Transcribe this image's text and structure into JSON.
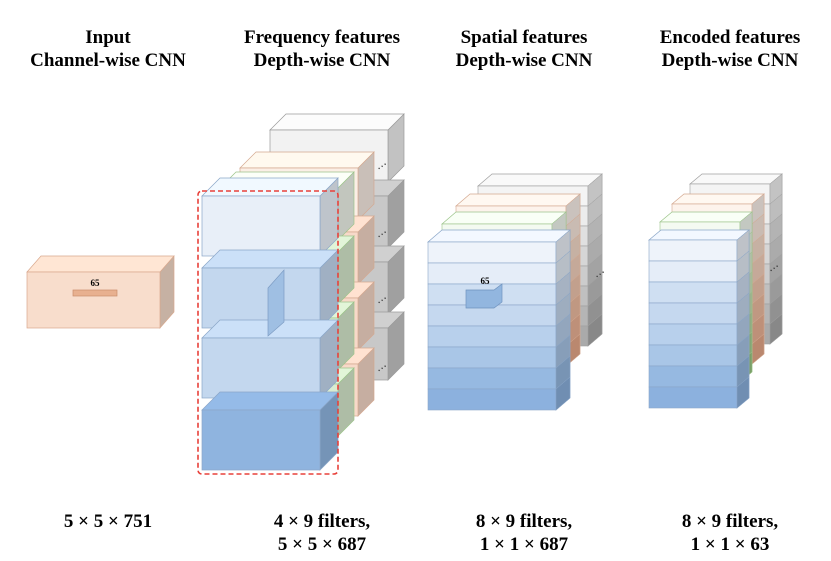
{
  "columns": [
    {
      "title": "Input",
      "subtitle": "Channel-wise CNN",
      "spec_line1": "5 × 5 × 751",
      "spec_line2": ""
    },
    {
      "title": "Frequency features",
      "subtitle": "Depth-wise CNN",
      "spec_line1": "4 × 9 filters,",
      "spec_line2": "5 × 5 × 687"
    },
    {
      "title": "Spatial features",
      "subtitle": "Depth-wise CNN",
      "spec_line1": "8 × 9 filters,",
      "spec_line2": "1 × 1 × 687"
    },
    {
      "title": "Encoded features",
      "subtitle": "Depth-wise CNN",
      "spec_line1": "8 × 9 filters,",
      "spec_line2": "1 × 1 × 63"
    }
  ],
  "input_block_label": "65",
  "spatial_block_label": "65",
  "ellipsis_label": "…",
  "colors": {
    "input_fill": "#f8ddcc",
    "stack_white": "#f2f2f2",
    "stack_peach": "#f7d9c9",
    "stack_green": "#d9ecd0",
    "stack_gray": "#c8c8c8",
    "blue_light": "#e8eff8",
    "blue_mid": "#c3d7ee",
    "blue_dark": "#8fb4df",
    "highlight_dash": "#e8403a"
  }
}
